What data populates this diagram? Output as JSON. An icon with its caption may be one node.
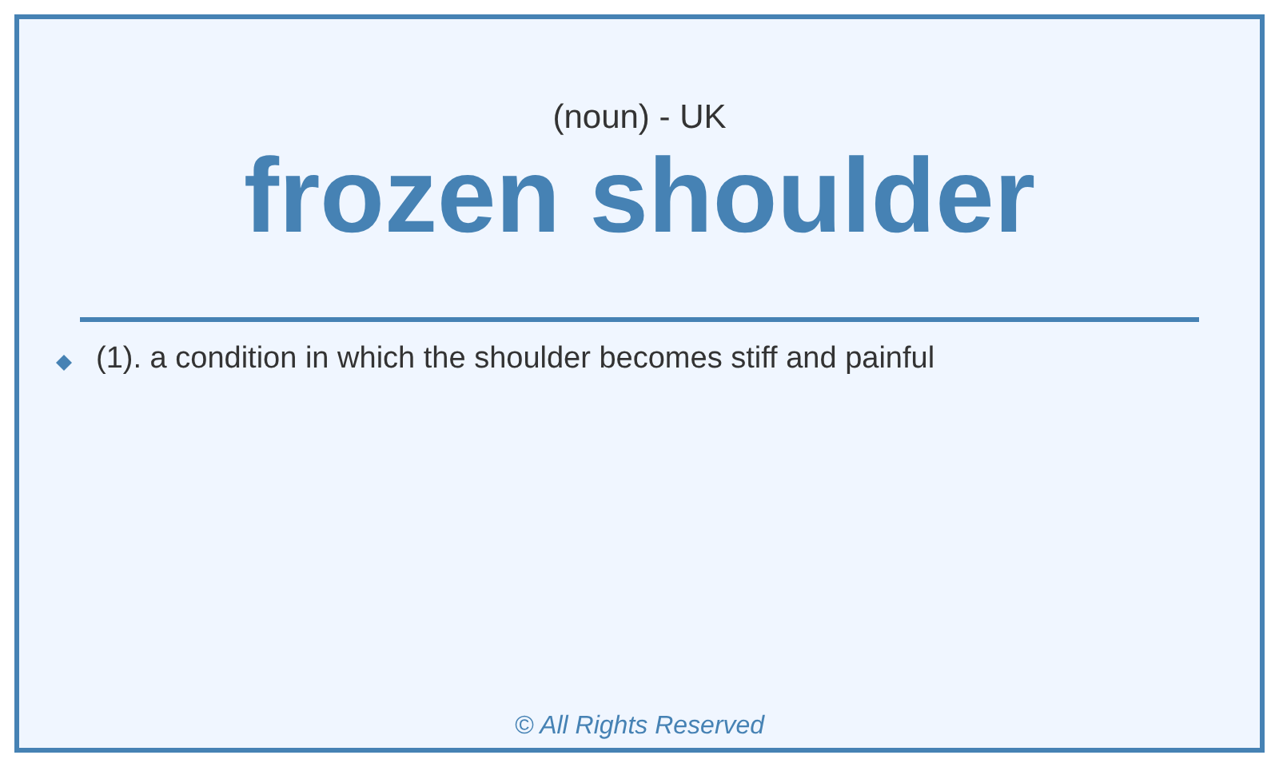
{
  "diagram": {
    "title": "frozen shoulder",
    "labels": [
      "(noun) - UK",
      "(1). a condition in which the shoulder becomes stiff and painful",
      "© All Rights Reserved"
    ]
  }
}
